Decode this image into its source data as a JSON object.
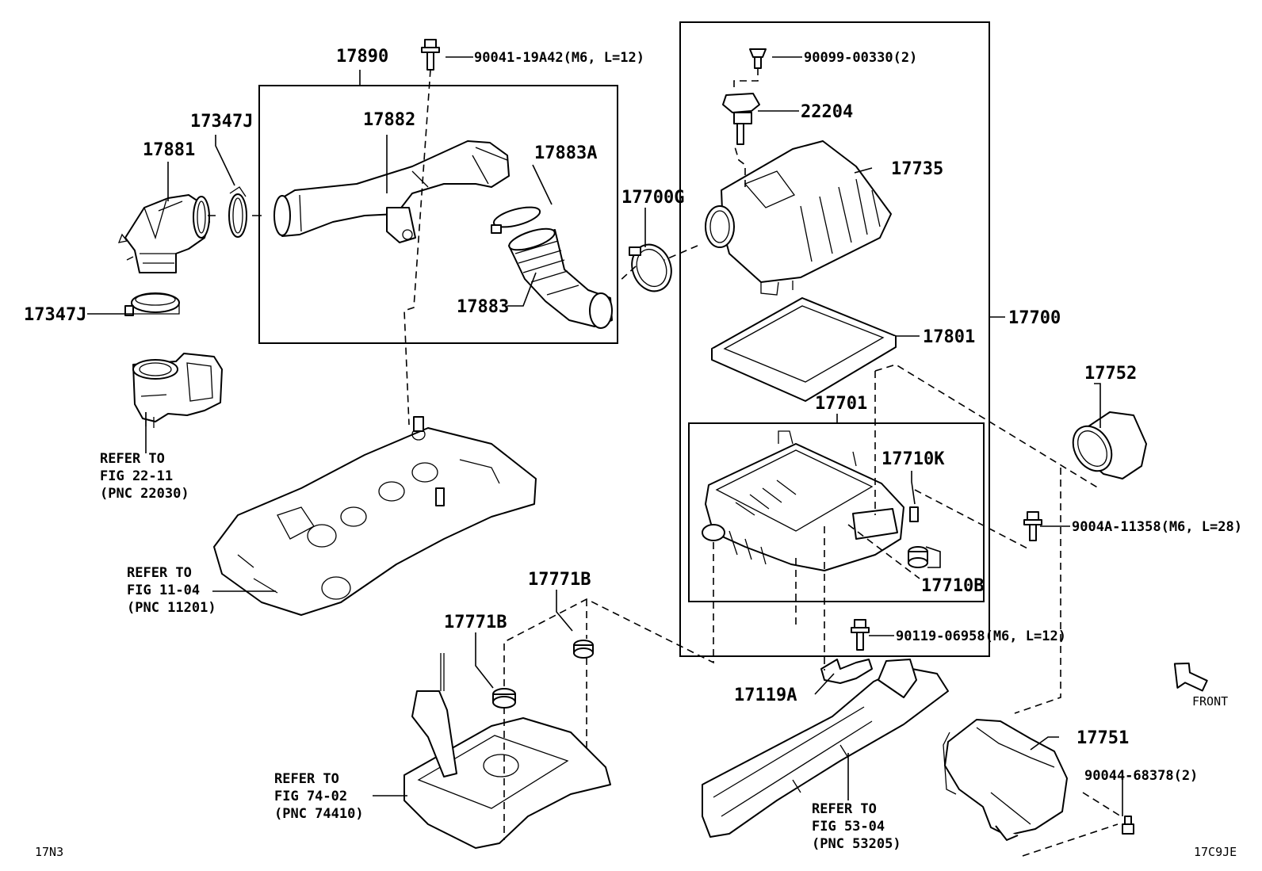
{
  "labels": {
    "p17890": "17890",
    "p90041": "90041-19A42(M6, L=12)",
    "p17347J_top": "17347J",
    "p17881": "17881",
    "p17882": "17882",
    "p17883A": "17883A",
    "p17700G": "17700G",
    "p17347J_left": "17347J",
    "p17883": "17883",
    "p90099": "90099-00330(2)",
    "p22204": "22204",
    "p17735": "17735",
    "p17700": "17700",
    "p17801": "17801",
    "p17701": "17701",
    "p17752": "17752",
    "p17710K": "17710K",
    "p9004A": "9004A-11358(M6, L=28)",
    "p17710B": "17710B",
    "p90119": "90119-06958(M6, L=12)",
    "p17119A": "17119A",
    "p17771B_a": "17771B",
    "p17771B_b": "17771B",
    "p17751": "17751",
    "p90044": "90044-68378(2)"
  },
  "refs": {
    "r22030": [
      "REFER TO",
      "FIG 22-11",
      "(PNC 22030)"
    ],
    "r11201": [
      "REFER TO",
      "FIG 11-04",
      "(PNC 11201)"
    ],
    "r74410": [
      "REFER TO",
      "FIG 74-02",
      "(PNC 74410)"
    ],
    "r53205": [
      "REFER TO",
      "FIG 53-04",
      "(PNC 53205)"
    ]
  },
  "front_label": "FRONT",
  "corner_left": "17N3",
  "corner_right": "17C9JE"
}
